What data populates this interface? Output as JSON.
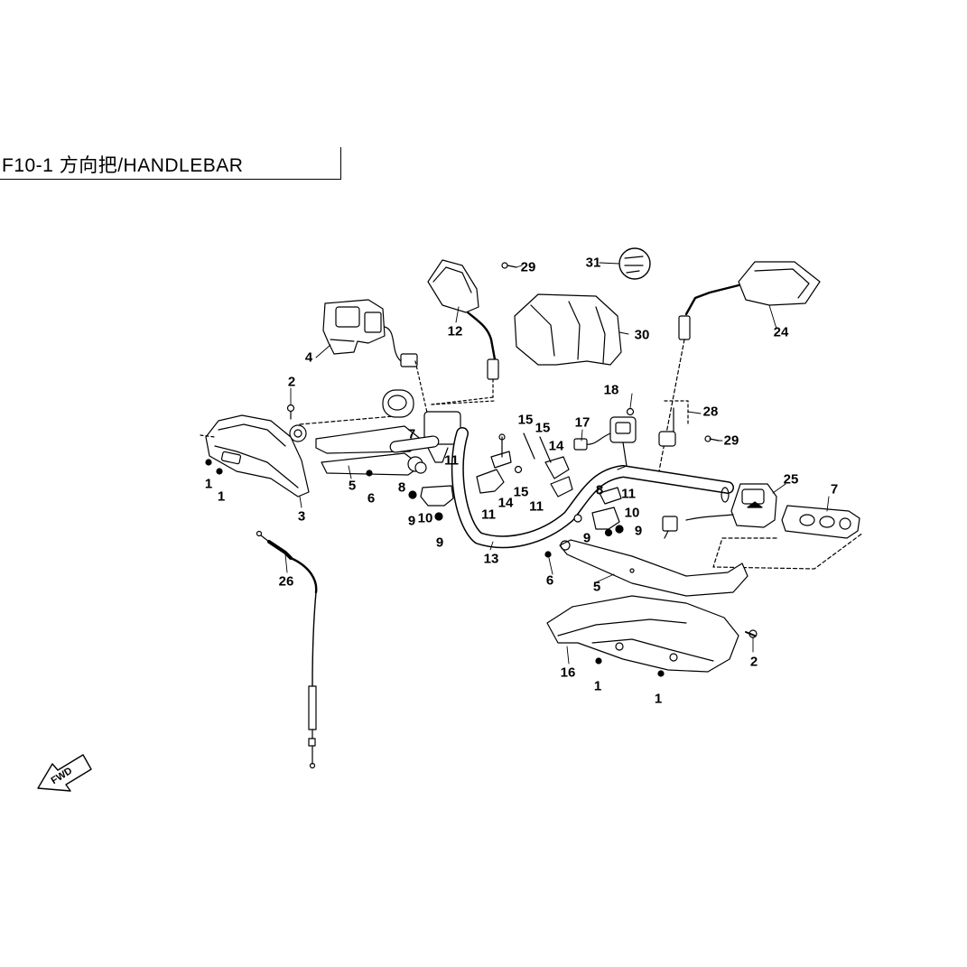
{
  "header": {
    "title": "F10-1 方向把/HANDLEBAR"
  },
  "fwd_label": "FWD",
  "callouts": [
    "1",
    "1",
    "3",
    "5",
    "6",
    "8",
    "9",
    "10",
    "9",
    "11",
    "2",
    "7",
    "4",
    "12",
    "29",
    "31",
    "30",
    "24",
    "15",
    "15",
    "14",
    "11",
    "15",
    "14",
    "11",
    "17",
    "18",
    "28",
    "29",
    "25",
    "7",
    "11",
    "8",
    "10",
    "9",
    "9",
    "13",
    "6",
    "5",
    "26",
    "16",
    "1",
    "1",
    "2"
  ]
}
